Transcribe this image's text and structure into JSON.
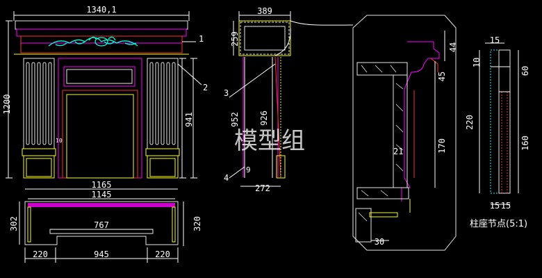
{
  "watermark": "模型组",
  "caption": "柱座节点(5:1)",
  "front": {
    "width_label": "1340,1",
    "height_label": "1200",
    "inner_height_label": "941",
    "small_label": "10",
    "leader_1": "1",
    "leader_2": "2"
  },
  "plan": {
    "outer_width": "1165",
    "inner_width": "1145",
    "opening_width": "767",
    "left_depth": "302",
    "right_depth": "320",
    "left_leg": "220",
    "middle": "945",
    "right_leg": "220"
  },
  "side": {
    "top_width": "389",
    "top_height": "259",
    "h1": "952",
    "h2": "926",
    "bottom_width": "272",
    "small": "9",
    "leader_3": "3",
    "leader_4": "4"
  },
  "detail": {
    "d44": "44",
    "d45": "45",
    "d170": "170",
    "d21": "21",
    "d30": "30"
  },
  "node": {
    "top": "15",
    "h10": "10",
    "h60": "60",
    "h220": "220",
    "h160": "160",
    "b1": "15",
    "b2": "15"
  }
}
